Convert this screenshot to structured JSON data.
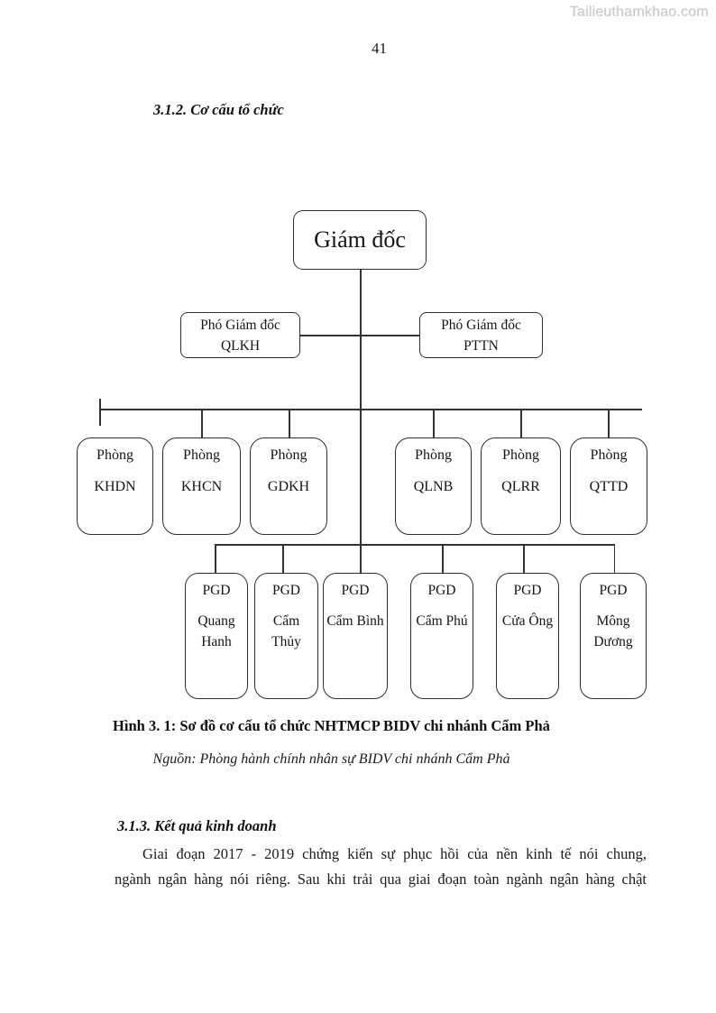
{
  "watermark": "Tailieuthamkhao.com",
  "page_number": "41",
  "section_1": {
    "heading": "3.1.2. Cơ cấu tổ chức"
  },
  "org_chart": {
    "director": {
      "label": "Giám đốc"
    },
    "deputies": [
      {
        "line1": "Phó Giám đốc",
        "line2": "QLKH"
      },
      {
        "line1": "Phó Giám đốc",
        "line2": "PTTN"
      }
    ],
    "departments": [
      {
        "line1": "Phòng",
        "line2": "KHDN"
      },
      {
        "line1": "Phòng",
        "line2": "KHCN"
      },
      {
        "line1": "Phòng",
        "line2": "GDKH"
      },
      {
        "line1": "Phòng",
        "line2": "QLNB"
      },
      {
        "line1": "Phòng",
        "line2": "QLRR"
      },
      {
        "line1": "Phòng",
        "line2": "QTTD"
      }
    ],
    "transaction_offices": [
      {
        "line1": "PGD",
        "line2": "Quang Hanh"
      },
      {
        "line1": "PGD",
        "line2": "Cẩm Thủy"
      },
      {
        "line1": "PGD",
        "line2": "Cẩm Bình"
      },
      {
        "line1": "PGD",
        "line2": "Cẩm Phú"
      },
      {
        "line1": "PGD",
        "line2": "Cửa Ông"
      },
      {
        "line1": "PGD",
        "line2": "Mông Dương"
      }
    ]
  },
  "figure": {
    "caption": "Hình 3. 1: Sơ đồ cơ cấu tổ chức NHTMCP BIDV chi nhánh Cẩm Phả",
    "source": "Nguồn: Phòng hành chính nhân sự BIDV chi nhánh Cẩm Phả"
  },
  "section_2": {
    "heading": "3.1.3. Kết quả kinh doanh",
    "paragraph_line1": "Giai đoạn 2017 - 2019 chứng kiến sự phục hồi của nền kinh tế nói chung,",
    "paragraph_line2": "ngành ngân hàng nói riêng. Sau khi trải qua giai đoạn toàn ngành ngân hàng chật"
  }
}
